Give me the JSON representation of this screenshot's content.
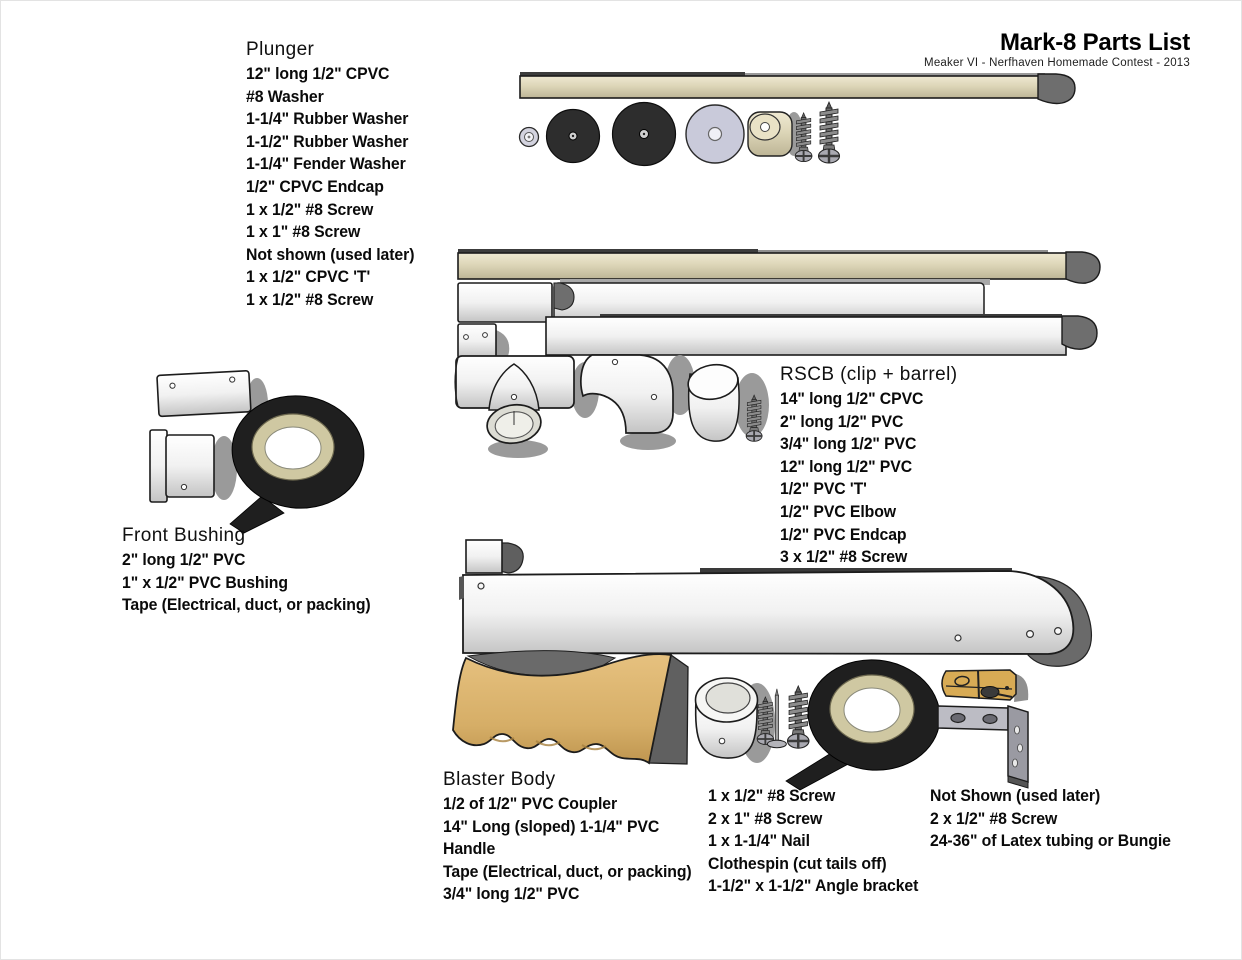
{
  "header": {
    "title": "Mark-8 Parts List",
    "subtitle": "Meaker VI - Nerfhaven Homemade Contest - 2013"
  },
  "sections": {
    "plunger": {
      "heading": "Plunger",
      "items": [
        "12\" long 1/2\" CPVC",
        "#8 Washer",
        "1-1/4\" Rubber Washer",
        "1-1/2\" Rubber Washer",
        "1-1/4\" Fender Washer",
        "1/2\" CPVC Endcap",
        "1 x 1/2\" #8 Screw",
        "1 x 1\" #8 Screw",
        "Not shown (used later)",
        "1 x 1/2\" CPVC 'T'",
        "1 x 1/2\" #8 Screw"
      ]
    },
    "front_bushing": {
      "heading": "Front Bushing",
      "items": [
        "2\" long 1/2\" PVC",
        "1\" x 1/2\" PVC Bushing",
        "Tape (Electrical, duct, or packing)"
      ]
    },
    "rscb": {
      "heading": "RSCB (clip + barrel)",
      "items": [
        "14\" long 1/2\" CPVC",
        "2\" long 1/2\" PVC",
        "3/4\" long 1/2\" PVC",
        "12\" long 1/2\" PVC",
        "1/2\" PVC 'T'",
        "1/2\" PVC Elbow",
        "1/2\" PVC Endcap",
        "3 x 1/2\" #8 Screw"
      ]
    },
    "blaster_body": {
      "heading": "Blaster Body",
      "items": [
        "1/2 of 1/2\" PVC Coupler",
        "14\" Long (sloped) 1-1/4\" PVC",
        "Handle",
        "Tape (Electrical, duct, or packing)",
        "3/4\" long 1/2\" PVC"
      ]
    },
    "blaster_hardware": {
      "items": [
        "1 x 1/2\" #8 Screw",
        "2 x 1\" #8 Screw",
        "1 x 1-1/4\" Nail",
        "Clothespin (cut tails off)",
        "1-1/2\" x 1-1/2\" Angle bracket"
      ]
    },
    "not_shown": {
      "heading": "Not Shown (used later)",
      "items": [
        "2 x 1/2\" #8 Screw",
        "24-36\" of Latex tubing or Bungie"
      ]
    }
  },
  "colors": {
    "cpvc_tan": "#ddd6b8",
    "pvc_white": "#f2f2f2",
    "endcap_gray": "#6e6e6e",
    "shadow_gray": "#9a9a9a",
    "tape_black": "#1f1f1f",
    "tape_core_khaki": "#cfc8a2",
    "rubber_washer_black": "#2d2d2d",
    "fender_washer_lavender": "#c9cada",
    "handle_tan": "#d6ae67",
    "clothespin_tan": "#d8ab55",
    "bracket_gray": "#bcbcc4"
  }
}
